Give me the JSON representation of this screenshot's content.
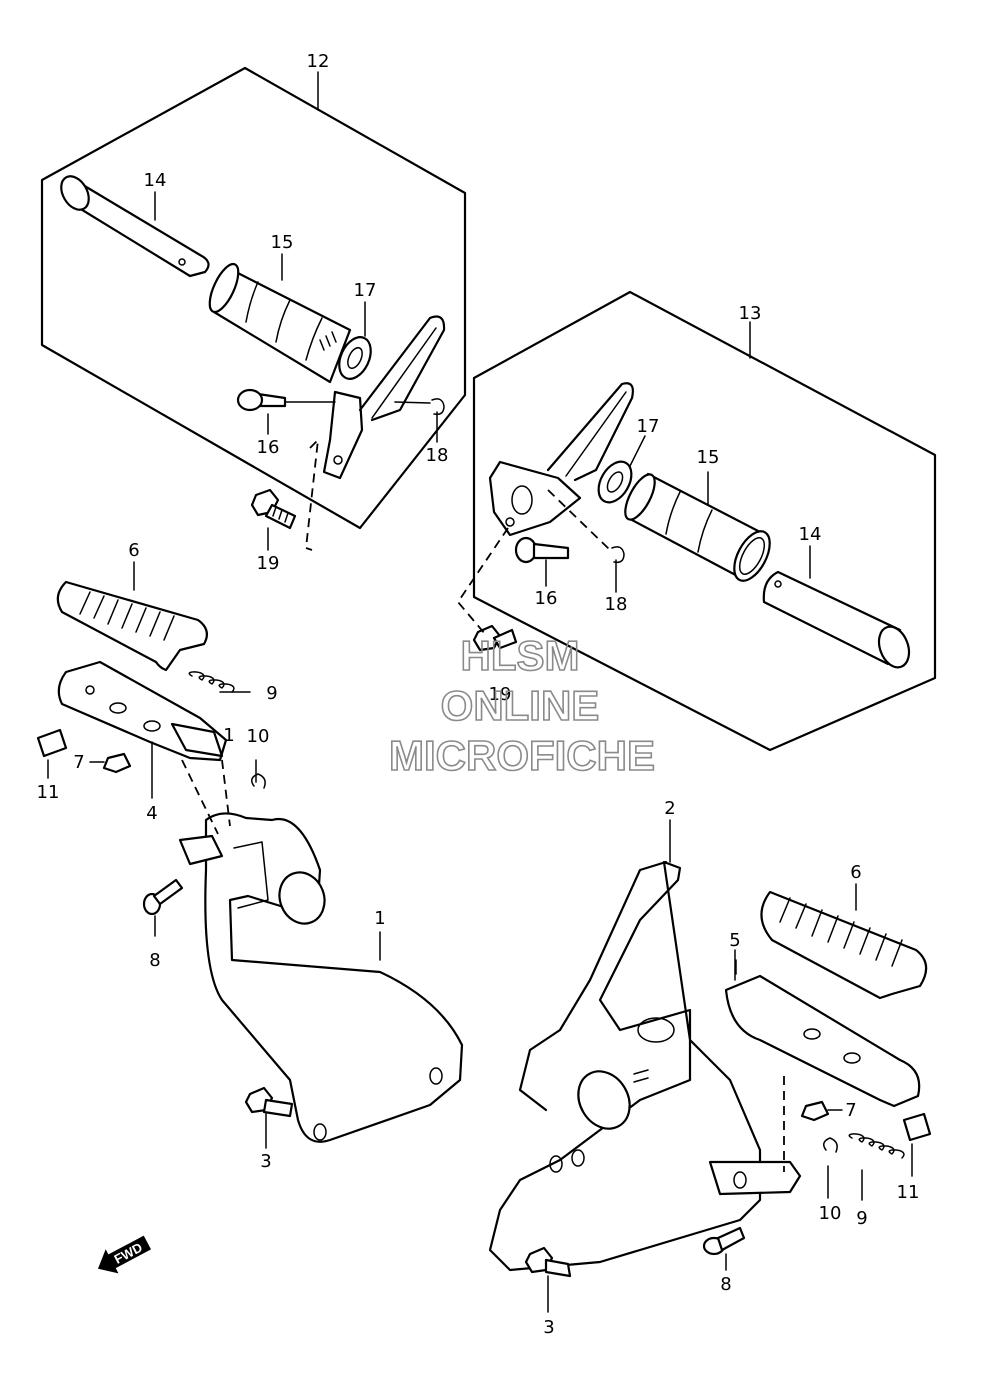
{
  "callouts": [
    {
      "n": "12"
    },
    {
      "n": "14"
    },
    {
      "n": "15"
    },
    {
      "n": "17"
    },
    {
      "n": "16"
    },
    {
      "n": "18"
    },
    {
      "n": "19"
    },
    {
      "n": "13"
    },
    {
      "n": "17"
    },
    {
      "n": "15"
    },
    {
      "n": "14"
    },
    {
      "n": "16"
    },
    {
      "n": "18"
    },
    {
      "n": "19"
    },
    {
      "n": "6"
    },
    {
      "n": "9"
    },
    {
      "n": "1"
    },
    {
      "n": "10"
    },
    {
      "n": "11"
    },
    {
      "n": "7"
    },
    {
      "n": "4"
    },
    {
      "n": "8"
    },
    {
      "n": "1"
    },
    {
      "n": "3"
    },
    {
      "n": "2"
    },
    {
      "n": "6"
    },
    {
      "n": "5"
    },
    {
      "n": "7"
    },
    {
      "n": "10"
    },
    {
      "n": "9"
    },
    {
      "n": "11"
    },
    {
      "n": "8"
    },
    {
      "n": "3"
    }
  ],
  "watermark": {
    "line1": "HLSM",
    "line2": "ONLINE",
    "line3": "MICROFICHE"
  },
  "direction_arrow": {
    "label": "FWD",
    "icon": "forward-arrow-icon"
  }
}
